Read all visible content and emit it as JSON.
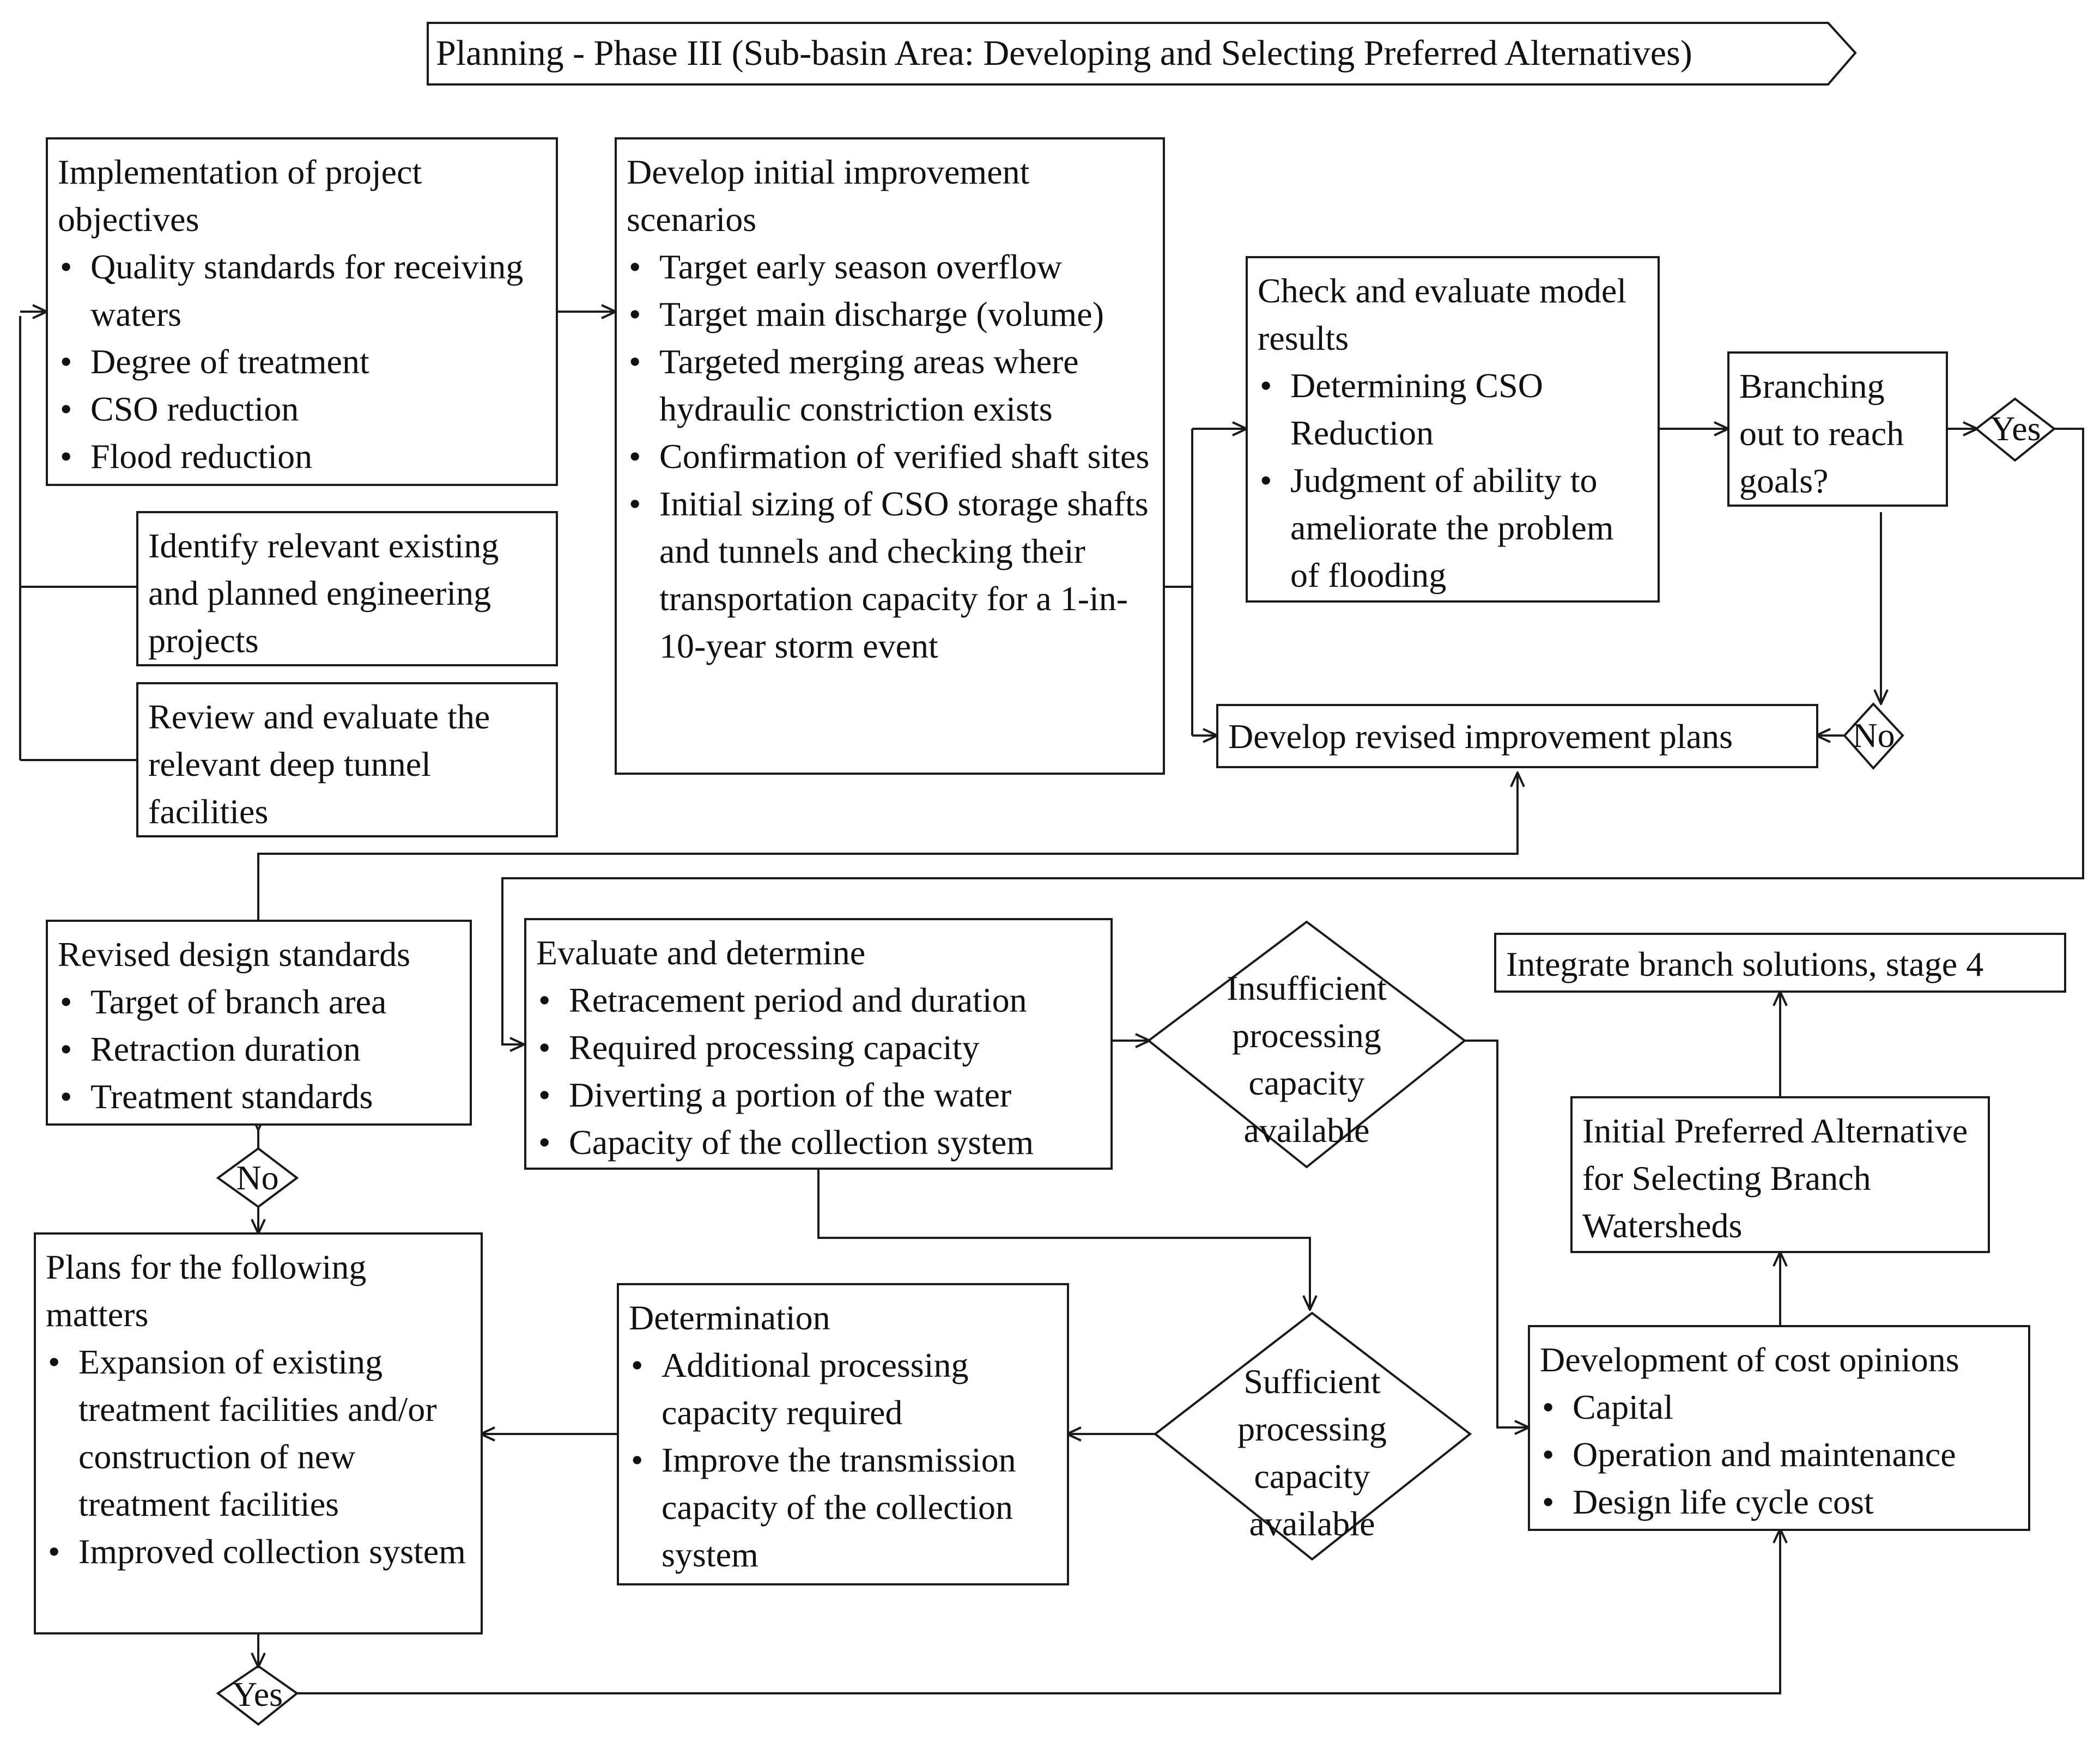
{
  "banner": {
    "text": "Planning - Phase III (Sub-basin Area: Developing and Selecting Preferred Alternatives)"
  },
  "box_objectives": {
    "title": "Implementation of project objectives",
    "items": [
      "Quality standards for receiving waters",
      "Degree of treatment",
      "CSO reduction",
      "Flood reduction"
    ]
  },
  "box_identify": {
    "text": "Identify relevant existing and planned engineering projects"
  },
  "box_review": {
    "text": "Review and evaluate the relevant deep tunnel facilities"
  },
  "box_develop_initial": {
    "title": "Develop initial improvement scenarios",
    "items": [
      "Target early season overflow",
      "Target main discharge (volume)",
      "Targeted merging areas where hydraulic constriction exists",
      "Confirmation of verified shaft sites",
      "Initial sizing of CSO storage shafts and tunnels and checking their transportation capacity for a 1-in-10-year storm event"
    ]
  },
  "box_check": {
    "title": "Check and evaluate model results",
    "items": [
      "Determining CSO Reduction",
      "Judgment of ability to ameliorate the problem of flooding"
    ]
  },
  "box_branching": {
    "text": "Branching out to reach goals?"
  },
  "box_revised_plans": {
    "text": "Develop revised improvement plans"
  },
  "box_revised_standards": {
    "title": "Revised design standards",
    "items": [
      "Target of branch area",
      "Retraction duration",
      "Treatment standards"
    ]
  },
  "box_evaluate": {
    "title": "Evaluate and determine",
    "items": [
      "Retracement period and duration",
      "Required processing capacity",
      "Diverting a portion of the water",
      "Capacity of the collection system"
    ]
  },
  "decision_insufficient": {
    "text": "Insufficient processing capacity available"
  },
  "decision_sufficient": {
    "text": "Sufficient processing capacity available"
  },
  "box_integrate": {
    "text": "Integrate branch solutions, stage 4"
  },
  "box_initial_preferred": {
    "text": "Initial Preferred Alternative for Selecting Branch Watersheds"
  },
  "box_plans_following": {
    "title": "Plans for the following matters",
    "items": [
      "Expansion of existing treatment facilities and/or construction of new treatment facilities",
      "Improved collection system"
    ]
  },
  "box_determination": {
    "title": "Determination",
    "items": [
      "Additional processing capacity required",
      "Improve the transmission capacity of the collection system"
    ]
  },
  "box_cost": {
    "title": "Development of cost opinions",
    "items": [
      "Capital",
      "Operation and maintenance",
      "Design life cycle cost"
    ]
  },
  "tags": {
    "yes_top": "Yes",
    "no_top": "No",
    "no_left": "No",
    "yes_bottom": "Yes"
  },
  "colors": {
    "line": "#1a1a1a",
    "background": "#ffffff"
  }
}
